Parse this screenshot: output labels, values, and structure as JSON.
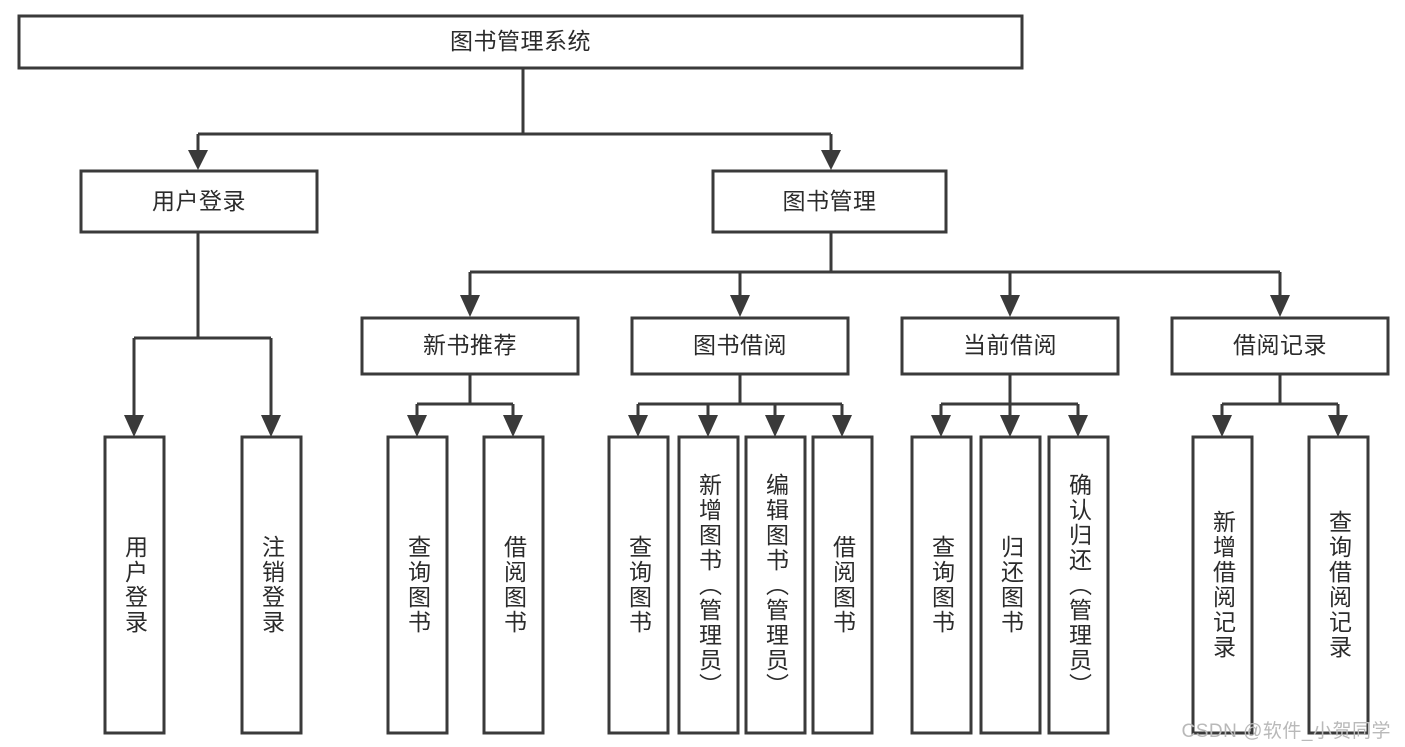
{
  "diagram": {
    "type": "tree-hierarchy-chart",
    "title": "图书管理系统",
    "watermark": "CSDN @软件_小贺同学",
    "colors": {
      "stroke": "#3a3a3a",
      "box_fill": "#ffffff",
      "text": "#2b2b2b",
      "background": "#ffffff",
      "watermark": "#b9b9b9"
    },
    "levels": {
      "root": {
        "label": "图书管理系统"
      },
      "level2": [
        {
          "label": "用户登录"
        },
        {
          "label": "图书管理"
        }
      ],
      "level3": [
        {
          "label": "新书推荐"
        },
        {
          "label": "图书借阅"
        },
        {
          "label": "当前借阅"
        },
        {
          "label": "借阅记录"
        }
      ],
      "leaves": {
        "user_login": [
          {
            "label": "用户登录"
          },
          {
            "label": "注销登录"
          }
        ],
        "new_book_recommend": [
          {
            "label": "查询图书"
          },
          {
            "label": "借阅图书"
          }
        ],
        "book_borrow": [
          {
            "label": "查询图书"
          },
          {
            "label": "新增图书（管理员）"
          },
          {
            "label": "编辑图书（管理员）"
          },
          {
            "label": "借阅图书"
          }
        ],
        "current_borrow": [
          {
            "label": "查询图书"
          },
          {
            "label": "归还图书"
          },
          {
            "label": "确认归还（管理员）"
          }
        ],
        "borrow_record": [
          {
            "label": "新增借阅记录"
          },
          {
            "label": "查询借阅记录"
          }
        ]
      }
    }
  }
}
